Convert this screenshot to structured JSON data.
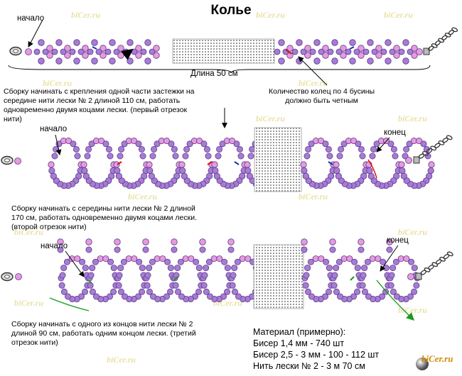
{
  "title": "Колье",
  "watermark": "biCer.ru",
  "labels": {
    "start1": "начало",
    "start2": "начало",
    "start3": "начало",
    "end2": "конец",
    "end3": "конец",
    "length": "Длина 50 см"
  },
  "notes": {
    "part1_l1": "Сборку начинать с крепления одной части застежки на",
    "part1_l2": "середине нити лески № 2 длиной 110 см, работать",
    "part1_l3": "одновременно двумя коцами лески. (первый отрезок",
    "part1_l4": "нити)",
    "rings_l1": "Количество колец по 4 бусины",
    "rings_l2": "должно быть четным",
    "part2_l1": "Сборку начинать с середины нити лески № 2 длиной",
    "part2_l2": "170 см, работать одновременно двумя коцами лески.",
    "part2_l3": "(второй отрезок нити)",
    "part3_l1": "Сборку начинать с одного из концов нити лески № 2",
    "part3_l2": "длиной 90 см, работать одним концом лески. (третий",
    "part3_l3": "отрезок нити)"
  },
  "materials": {
    "heading": "Материал (примерно):",
    "line1": "Бисер 1,4 мм - 740 шт",
    "line2": "Бисер 2,5 - 3 мм - 100 - 112 шт",
    "line3": "Нить лески № 2 - 3 м 70 см"
  },
  "logo_text": "biCer.ru",
  "colors": {
    "bead_small": "#a77bd6",
    "bead_large": "#e79ae0",
    "bead_outline": "#5a3b86",
    "thread_red": "#e01010",
    "thread_blue": "#1a2fc0",
    "thread_green": "#1a9a1a"
  }
}
